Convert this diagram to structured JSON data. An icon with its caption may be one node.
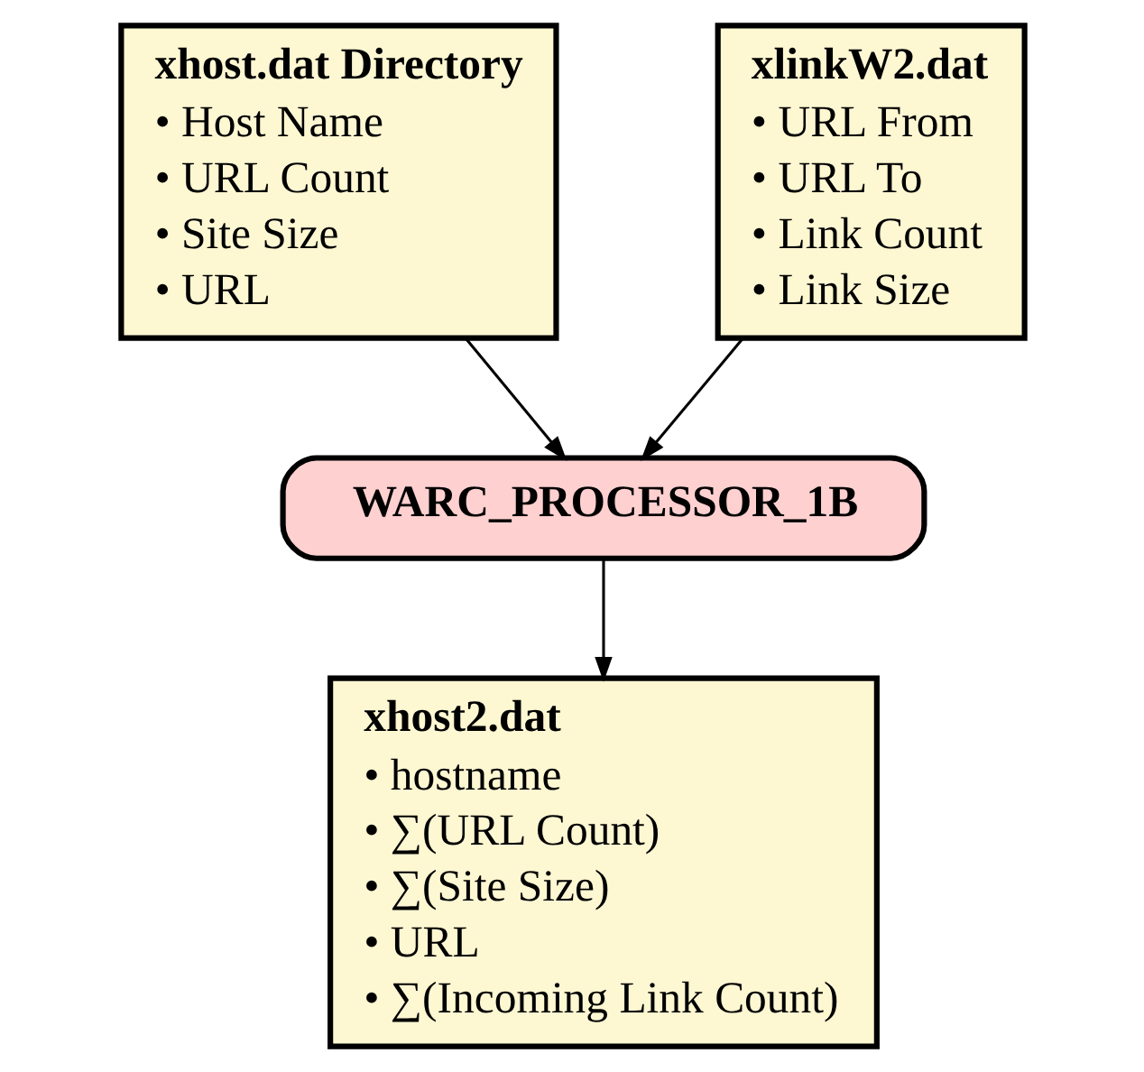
{
  "diagram": {
    "nodes": [
      {
        "text": [
          "xhost.dat Directory",
          "• Host Name",
          "• URL Count",
          "• Site Size",
          "• URL"
        ]
      },
      {
        "text": [
          "xlinkW2.dat",
          "• URL From",
          "• URL To",
          "• Link Count",
          "• Link Size"
        ]
      },
      {
        "text": [
          "WARC_PROCESSOR_1B"
        ]
      },
      {
        "text": [
          "xhost2.dat",
          "• hostname",
          "• ∑(URL Count)",
          "• ∑(Site Size)",
          "• URL",
          "• ∑(Incoming Link Count)"
        ]
      }
    ],
    "edges": [
      {
        "from": 0,
        "to": 2,
        "arrow": "to"
      },
      {
        "from": 1,
        "to": 2,
        "arrow": "to"
      },
      {
        "from": 2,
        "to": 3,
        "arrow": "to"
      }
    ]
  }
}
